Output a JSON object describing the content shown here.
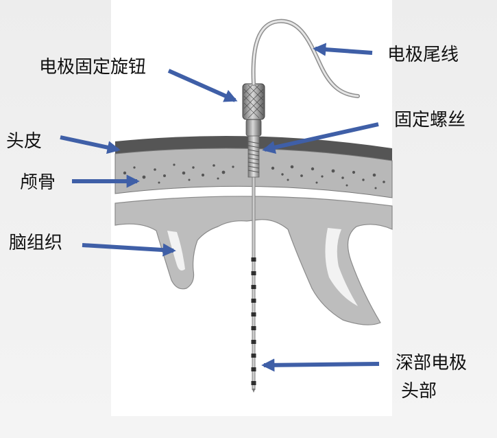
{
  "labels": {
    "electrode_knob": "电极固定旋钮",
    "lead_wire": "电极尾线",
    "fixing_thread": "固定螺丝",
    "scalp": "头皮",
    "skull": "颅骨",
    "brain_tissue": "脑组织",
    "deep_electrode_tip_line1": "深部电极",
    "deep_electrode_tip_line2": "头部"
  },
  "colors": {
    "arrow": "#3f5fa7",
    "scalp": "#555555",
    "skull": "#b8b8b8",
    "brain": "#bdbdbd",
    "background": "#ffffff"
  }
}
